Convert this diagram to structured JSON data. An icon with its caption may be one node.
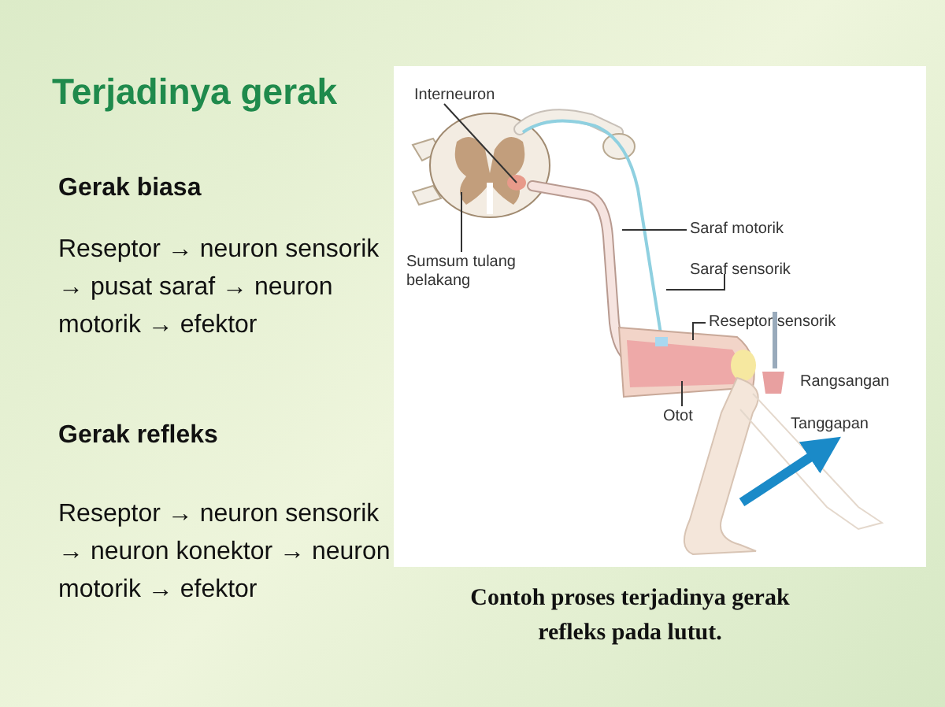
{
  "diagram": {
    "title": "Terjadinya gerak",
    "caption": "Contoh proses terjadinya gerak refleks pada lutut.",
    "nodes": [
      {
        "text": [
          "Interneuron"
        ]
      },
      {
        "text": [
          "Sumsum tulang belakang"
        ]
      },
      {
        "text": [
          "Saraf motorik"
        ]
      },
      {
        "text": [
          "Saraf sensorik"
        ]
      },
      {
        "text": [
          "Reseptor sensorik"
        ]
      },
      {
        "text": [
          "Otot"
        ]
      }
    ],
    "edges": [
      {
        "from": 0,
        "to": null,
        "arrow": "none"
      },
      {
        "from": 1,
        "to": null,
        "arrow": "none"
      },
      {
        "from": 2,
        "to": null,
        "arrow": "none"
      },
      {
        "from": 3,
        "to": null,
        "arrow": "none"
      },
      {
        "from": 4,
        "to": null,
        "arrow": "none"
      },
      {
        "from": 5,
        "to": null,
        "arrow": "none"
      }
    ],
    "labels": [
      "Gerak biasa",
      "Reseptor → neuron sensorik → pusat saraf → neuron motorik → efektor",
      "Gerak refleks",
      "Reseptor → neuron sensorik → neuron konektor → neuron motorik → efektor",
      "Rangsangan",
      "Tanggapan"
    ]
  }
}
